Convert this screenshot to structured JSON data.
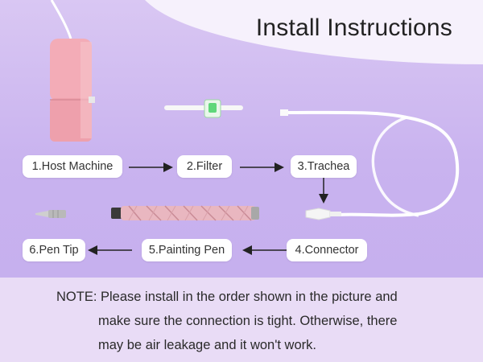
{
  "title": "Install Instructions",
  "steps": {
    "host_machine": "1.Host Machine",
    "filter": "2.Filter",
    "trachea": "3.Trachea",
    "connector": "4.Connector",
    "painting_pen": "5.Painting Pen",
    "pen_tip": "6.Pen Tip"
  },
  "note": {
    "line1": "NOTE: Please install in the order shown in the picture and",
    "line2": "make sure the connection is tight. Otherwise, there",
    "line3": "may be air leakage and it won't work."
  },
  "colors": {
    "background": "#c9b3ef",
    "note_band": "#e9dcf6",
    "host_pink": "#f2aab4",
    "tube": "#ffffff"
  }
}
